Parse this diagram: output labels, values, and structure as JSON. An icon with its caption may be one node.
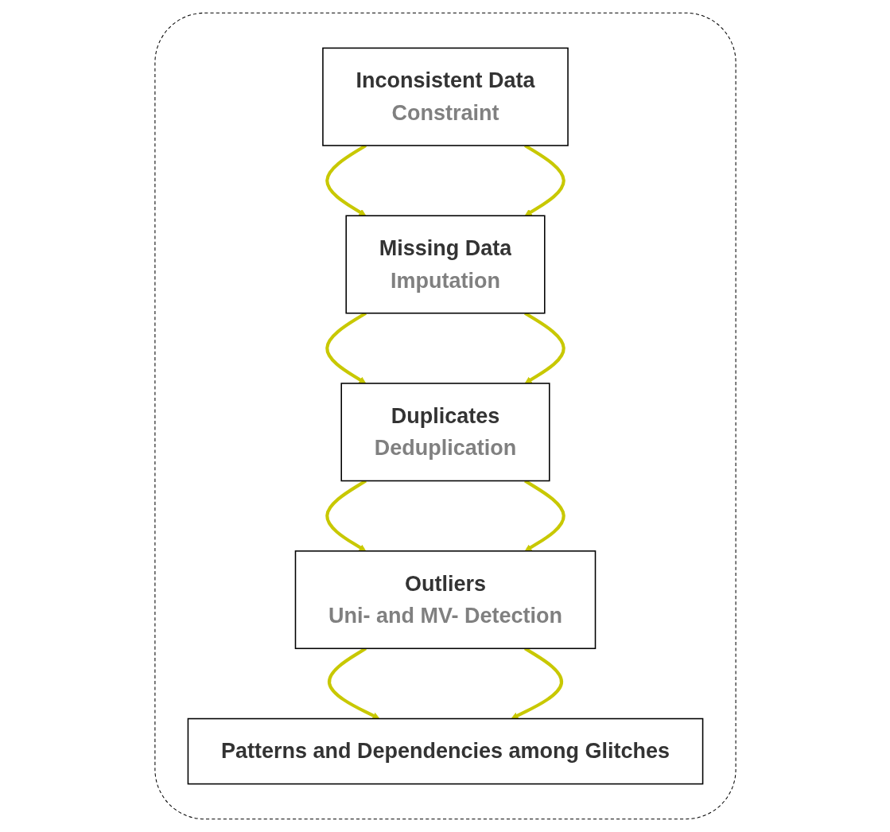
{
  "diagram": {
    "nodes": [
      {
        "text": [],
        "shape": "box"
      },
      {
        "text": [
          "Inconsistent Data",
          "Constraint"
        ],
        "in": 0
      },
      {
        "text": [
          "Missing Data",
          "Imputation"
        ],
        "in": 0
      },
      {
        "text": [
          "Duplicates",
          "Deduplication"
        ],
        "in": 0
      },
      {
        "text": [
          "Outliers",
          "Uni- and MV- Detection"
        ],
        "in": 0
      },
      {
        "text": [
          "Patterns and Dependencies among Glitches"
        ],
        "in": 0
      }
    ],
    "edges": [
      {
        "from": 1,
        "to": 2,
        "arrow": "to",
        "color": "#c8c800"
      },
      {
        "from": 1,
        "to": 2,
        "arrow": "to",
        "color": "#c8c800"
      },
      {
        "from": 2,
        "to": 3,
        "arrow": "to",
        "color": "#c8c800"
      },
      {
        "from": 2,
        "to": 3,
        "arrow": "to",
        "color": "#c8c800"
      },
      {
        "from": 3,
        "to": 4,
        "arrow": "to",
        "color": "#c8c800"
      },
      {
        "from": 3,
        "to": 4,
        "arrow": "to",
        "color": "#c8c800"
      },
      {
        "from": 4,
        "to": 5,
        "arrow": "to",
        "color": "#c8c800"
      },
      {
        "from": 4,
        "to": 5,
        "arrow": "to",
        "color": "#c8c800"
      }
    ]
  }
}
